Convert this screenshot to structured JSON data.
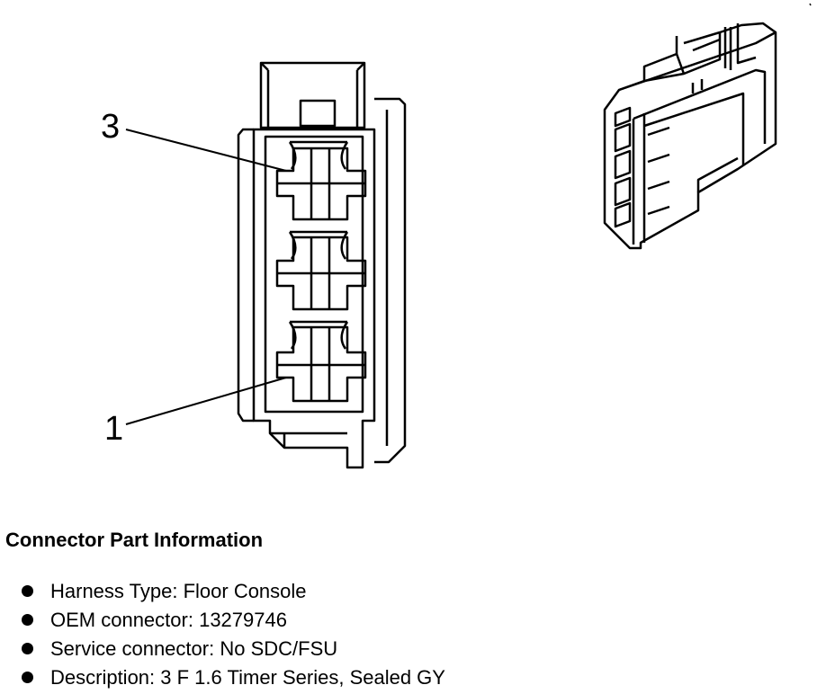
{
  "labels": {
    "pin_top": "3",
    "pin_bottom": "1"
  },
  "section_title": "Connector Part Information",
  "info_items": [
    {
      "label": "Harness Type",
      "value": "Floor Console"
    },
    {
      "label": "OEM connector",
      "value": "13279746"
    },
    {
      "label": "Service connector",
      "value": "No SDC/FSU"
    },
    {
      "label": "Description",
      "value": "3 F 1.6 Timer Series, Sealed GY"
    }
  ],
  "colors": {
    "stroke": "#000000",
    "background": "#ffffff"
  }
}
